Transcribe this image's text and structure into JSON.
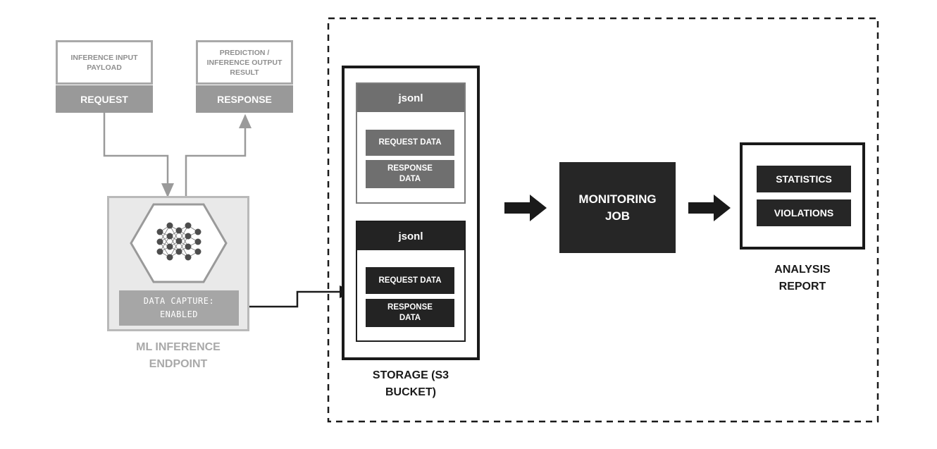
{
  "request_response": {
    "input_payload": "INFERENCE INPUT PAYLOAD",
    "request": "REQUEST",
    "output_result": "PREDICTION / INFERENCE OUTPUT RESULT",
    "response": "RESPONSE"
  },
  "endpoint": {
    "data_capture": "DATA CAPTURE: ENABLED",
    "caption": "ML INFERENCE ENDPOINT"
  },
  "storage": {
    "caption": "STORAGE (S3 BUCKET)",
    "files": [
      {
        "header": "jsonl",
        "request": "REQUEST DATA",
        "response": "RESPONSE DATA",
        "style": "grey"
      },
      {
        "header": "jsonl",
        "request": "REQUEST DATA",
        "response": "RESPONSE DATA",
        "style": "dark"
      }
    ]
  },
  "monitoring_job": {
    "label": "MONITORING JOB"
  },
  "analysis_report": {
    "items": [
      "STATISTICS",
      "VIOLATIONS"
    ],
    "caption": "ANALYSIS REPORT"
  },
  "colors": {
    "dark": "#232323",
    "mid_grey": "#6f6f6f",
    "light_grey": "#999999",
    "endpoint_bg": "#e9e9e9"
  },
  "icons": [
    "neural-network-icon",
    "arrow-right-icon"
  ]
}
